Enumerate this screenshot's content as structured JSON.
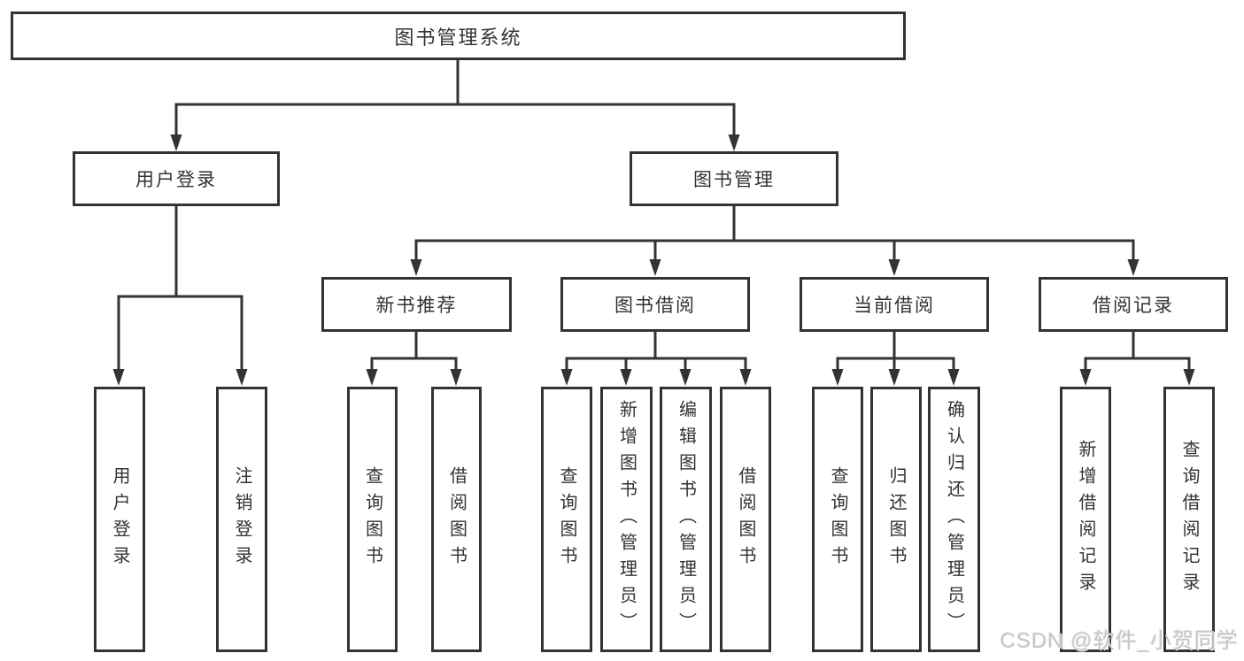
{
  "colors": {
    "line": "#333333",
    "box_border": "#333333",
    "text": "#333333",
    "background": "#ffffff",
    "watermark": "#c6c6c6"
  },
  "diagram": {
    "root": {
      "label": "图书管理系统"
    },
    "user_branch": {
      "label": "用户登录",
      "leaves": [
        {
          "label": "用户登录"
        },
        {
          "label": "注销登录"
        }
      ]
    },
    "book_branch": {
      "label": "图书管理",
      "sections": [
        {
          "label": "新书推荐",
          "leaves": [
            {
              "label": "查询图书"
            },
            {
              "label": "借阅图书"
            }
          ]
        },
        {
          "label": "图书借阅",
          "leaves": [
            {
              "label": "查询图书"
            },
            {
              "label": "新增图书（管理员）"
            },
            {
              "label": "编辑图书（管理员）"
            },
            {
              "label": "借阅图书"
            }
          ]
        },
        {
          "label": "当前借阅",
          "leaves": [
            {
              "label": "查询图书"
            },
            {
              "label": "归还图书"
            },
            {
              "label": "确认归还（管理员）"
            }
          ]
        },
        {
          "label": "借阅记录",
          "leaves": [
            {
              "label": "新增借阅记录"
            },
            {
              "label": "查询借阅记录"
            }
          ]
        }
      ]
    },
    "watermark": {
      "text": "CSDN @软件_小贺同学"
    }
  }
}
